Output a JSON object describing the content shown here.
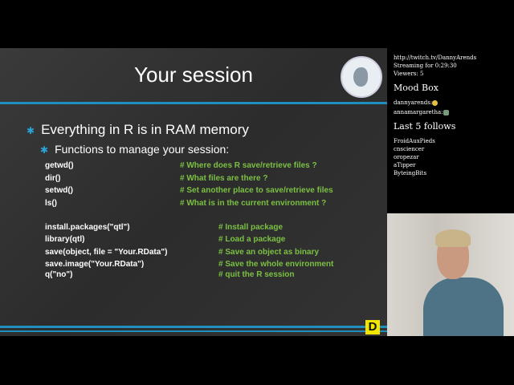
{
  "slide": {
    "title": "Your session",
    "bullet1": "Everything in R is in RAM memory",
    "bullet2": "Functions to manage your session:",
    "group1": [
      {
        "code": "getwd()",
        "comment": "# Where does R save/retrieve files ?"
      },
      {
        "code": "dir()",
        "comment": "# What files are there ?"
      },
      {
        "code": "setwd()",
        "comment": "# Set another place to save/retrieve files"
      },
      {
        "code": "ls()",
        "comment": "# What is in the current environment ?"
      }
    ],
    "group2": [
      {
        "code": "install.packages(\"qtl\")",
        "comment": "# Install package"
      },
      {
        "code": "library(qtl)",
        "comment": "# Load a package"
      },
      {
        "code": "save(object, file = \"Your.RData\")",
        "comment": "# Save an object as binary"
      },
      {
        "code": "save.image(\"Your.RData\")",
        "comment": "# Save the whole environment"
      },
      {
        "code": "q(\"no\")",
        "comment": "# quit the R session"
      }
    ],
    "footer_logo": "D",
    "accent_color": "#1f8fc0",
    "comment_color": "#7bc043"
  },
  "sidebar": {
    "url": "http://twitch.tv/DannyArends",
    "streaming": "Streaming for 0:29:30",
    "viewers": "Viewers: 5",
    "mood_title": "Mood Box",
    "mood": [
      "dannyarends:",
      "annamargaretha:"
    ],
    "follows_title": "Last 5 follows",
    "follows": [
      "FroidAuxPieds",
      "cnsciencer",
      "oropezar",
      "aTipper",
      "ByteingBits"
    ]
  }
}
